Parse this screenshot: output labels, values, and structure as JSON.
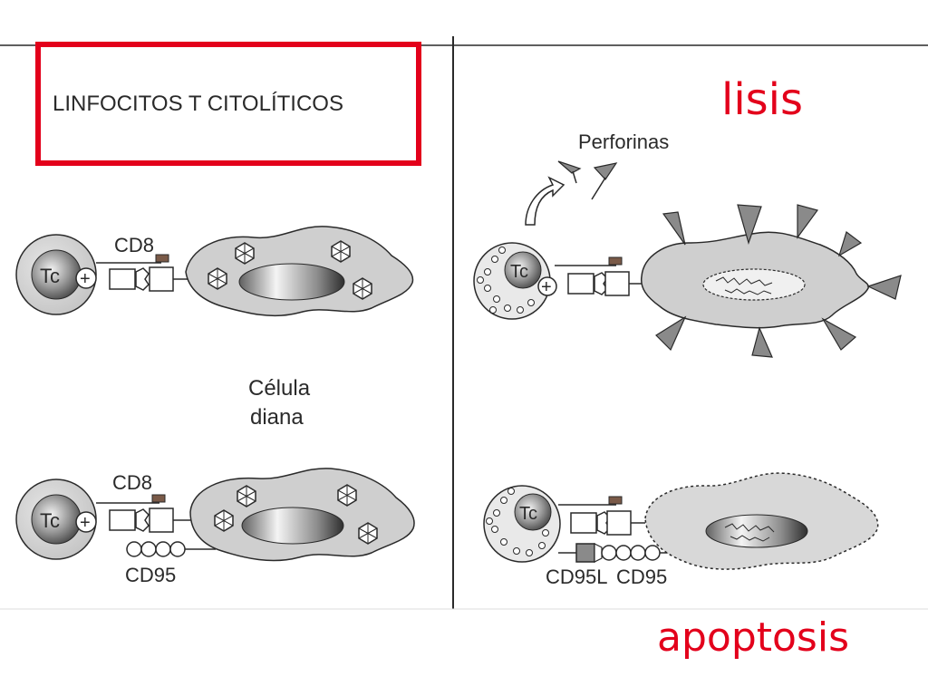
{
  "title": "LINFOCITOS T CITOLÍTICOS",
  "labels": {
    "cd8_top": "CD8",
    "cd8_bottom": "CD8",
    "cd95_left": "CD95",
    "tc": "Tc",
    "plus": "+",
    "target_line1": "Célula",
    "target_line2": "diana",
    "perforinas": "Perforinas",
    "cd95l": "CD95L",
    "cd95_right": "CD95"
  },
  "annotations": {
    "lisis": "lisis",
    "apoptosis": "apoptosis"
  },
  "colors": {
    "accent_red": "#e3001b",
    "cell_fill": "#cfcfcf",
    "line": "#2a2a2a",
    "receptor_brown": "#7a5a48"
  }
}
